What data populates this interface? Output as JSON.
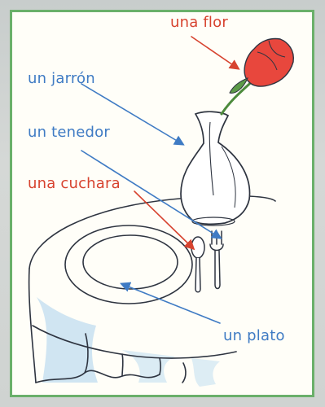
{
  "labels": {
    "flor": "una flor",
    "jarron": "un jarrón",
    "tenedor": "un tenedor",
    "cuchara": "una cuchara",
    "plato": "un plato"
  },
  "colors": {
    "border": "#6ab06a",
    "red_label": "#d7432f",
    "blue_label": "#3f7bc4",
    "flower": "#e8473d",
    "stem": "#4c8a3c",
    "water": "#9bc8e6"
  }
}
